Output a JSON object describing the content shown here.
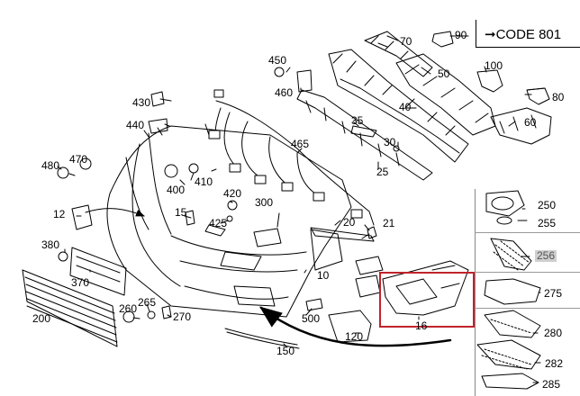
{
  "code_label": "➞CODE 801",
  "part_labels": {
    "p10": "10",
    "p12": "12",
    "p15": "15",
    "p16": "16",
    "p20": "20",
    "p21": "21",
    "p25": "25",
    "p30": "30",
    "p35": "35",
    "p40": "40",
    "p50": "50",
    "p60": "60",
    "p70": "70",
    "p80": "80",
    "p90": "90",
    "p100": "100",
    "p120": "120",
    "p150": "150",
    "p200": "200",
    "p250": "250",
    "p255": "255",
    "p256": "256",
    "p260": "260",
    "p265": "265",
    "p270": "270",
    "p275": "275",
    "p280": "280",
    "p282": "282",
    "p285": "285",
    "p300": "300",
    "p370": "370",
    "p380": "380",
    "p400": "400",
    "p410": "410",
    "p420": "420",
    "p425": "425",
    "p430": "430",
    "p440": "440",
    "p450": "450",
    "p460": "460",
    "p465": "465",
    "p470": "470",
    "p480": "480",
    "p500": "500"
  },
  "highlight_part": "256",
  "colors": {
    "highlight_box": "#c0232b",
    "line": "#000000",
    "highlight_label_bg": "#cfcfcf"
  }
}
